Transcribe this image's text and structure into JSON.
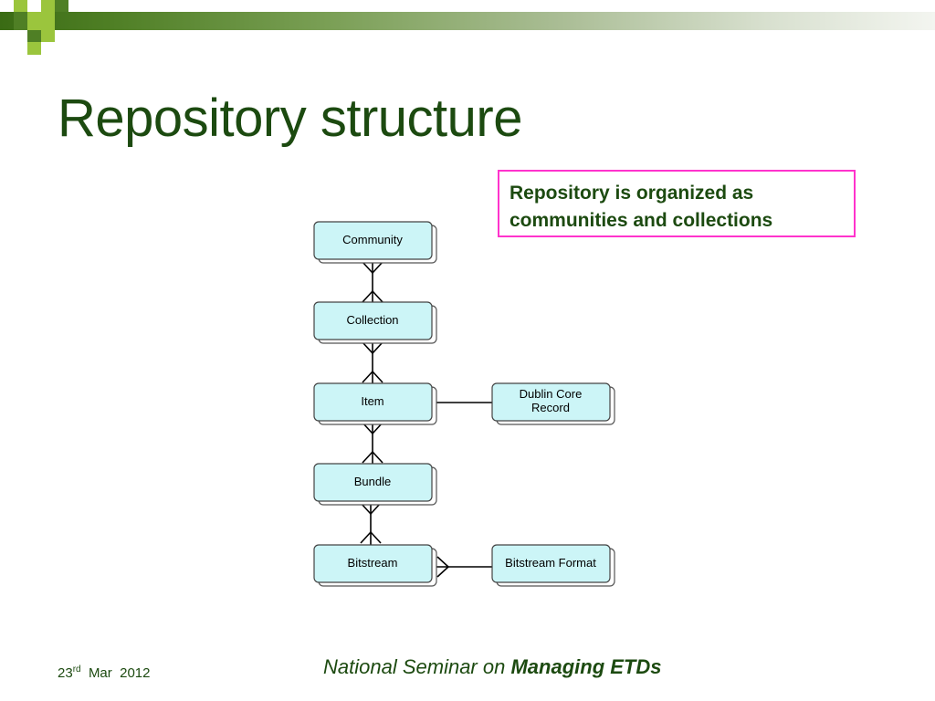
{
  "slide": {
    "title": "Repository structure",
    "callout": {
      "line1": "Repository is organized as",
      "line2": "communities and collections"
    }
  },
  "diagram": {
    "nodes": {
      "community": "Community",
      "collection": "Collection",
      "item": "Item",
      "bundle": "Bundle",
      "bitstream": "Bitstream",
      "dublin_core_line1": "Dublin Core",
      "dublin_core_line2": "Record",
      "bitstream_format": "Bitstream Format"
    }
  },
  "footer": {
    "date_day": "23",
    "date_suffix": "rd",
    "date_rest": "Mar  2012",
    "seminar_prefix": "National Seminar on",
    "seminar_emphasis": "Managing ETDs"
  },
  "colors": {
    "title": "#1c4a10",
    "accent_green": "#4f7f25",
    "lime": "#9bc53d",
    "callout_border": "#ff33cc",
    "node_fill": "#ccf5f7"
  }
}
